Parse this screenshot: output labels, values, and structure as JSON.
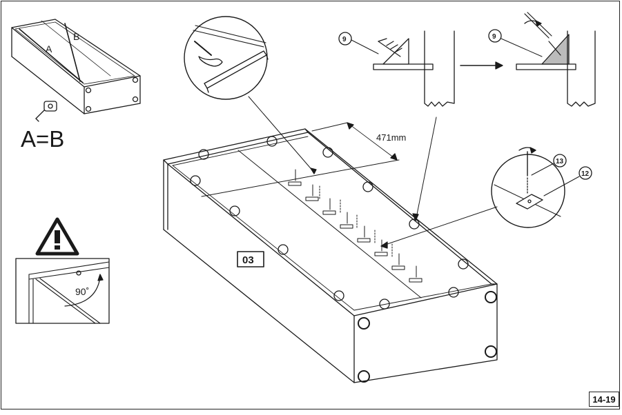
{
  "labels": {
    "diag_a": "A",
    "diag_b": "B",
    "equation": "A=B",
    "dimension": "471mm",
    "angle": "90˚",
    "part_03": "03",
    "callout_9_left": "9",
    "callout_9_right": "9",
    "callout_13": "13",
    "callout_12": "12",
    "page": "14-19"
  }
}
